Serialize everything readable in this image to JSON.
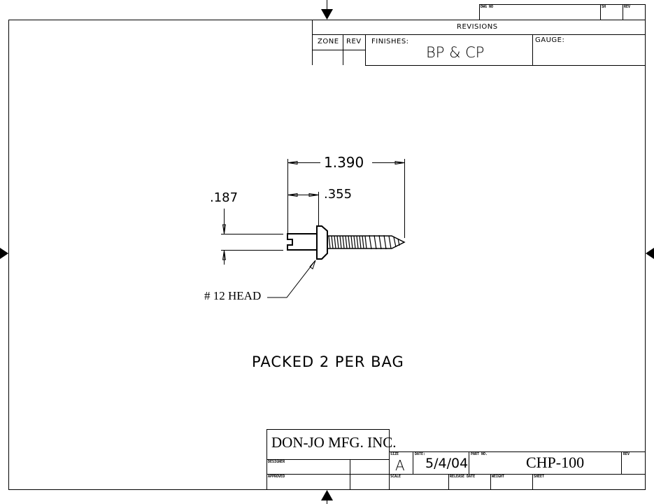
{
  "header": {
    "dwg_no_label": "DWG NO",
    "sh_label": "SH",
    "rev_label": "REV"
  },
  "revisions": {
    "title": "REVISIONS",
    "zone_label": "ZONE",
    "rev_label": "REV",
    "finishes_label": "FINISHES:",
    "finishes_value": "BP & CP",
    "gauge_label": "GAUGE:"
  },
  "drawing": {
    "dim_overall": "1.390",
    "dim_head": ".355",
    "dim_diameter": ".187",
    "head_callout": "# 12 HEAD",
    "note": "PACKED 2 PER BAG"
  },
  "title_block": {
    "company": "DON-JO MFG. INC.",
    "designer_label": "DESIGNER",
    "approved_label": "APPROVED",
    "size_label": "SIZE",
    "size_value": "A",
    "date_label": "DATE:",
    "date_value": "5/4/04",
    "part_no_label": "PART NO.",
    "part_no_value": "CHP-100",
    "rev_label": "REV",
    "scale_label": "SCALE",
    "release_date_label": "RELEASE DATE",
    "weight_label": "WEIGHT",
    "sheet_label": "SHEET"
  }
}
